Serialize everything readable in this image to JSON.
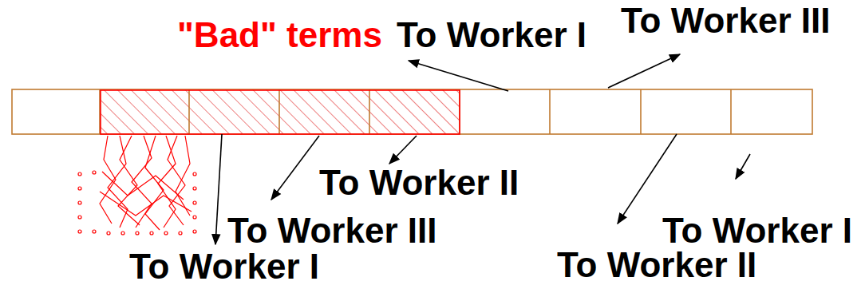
{
  "diagram": {
    "labels": [
      "\"Bad\" terms",
      "To Worker I",
      "To Worker III",
      "To Worker II",
      "To Worker III",
      "To Worker I",
      "To Worker II",
      "To Worker I"
    ]
  }
}
